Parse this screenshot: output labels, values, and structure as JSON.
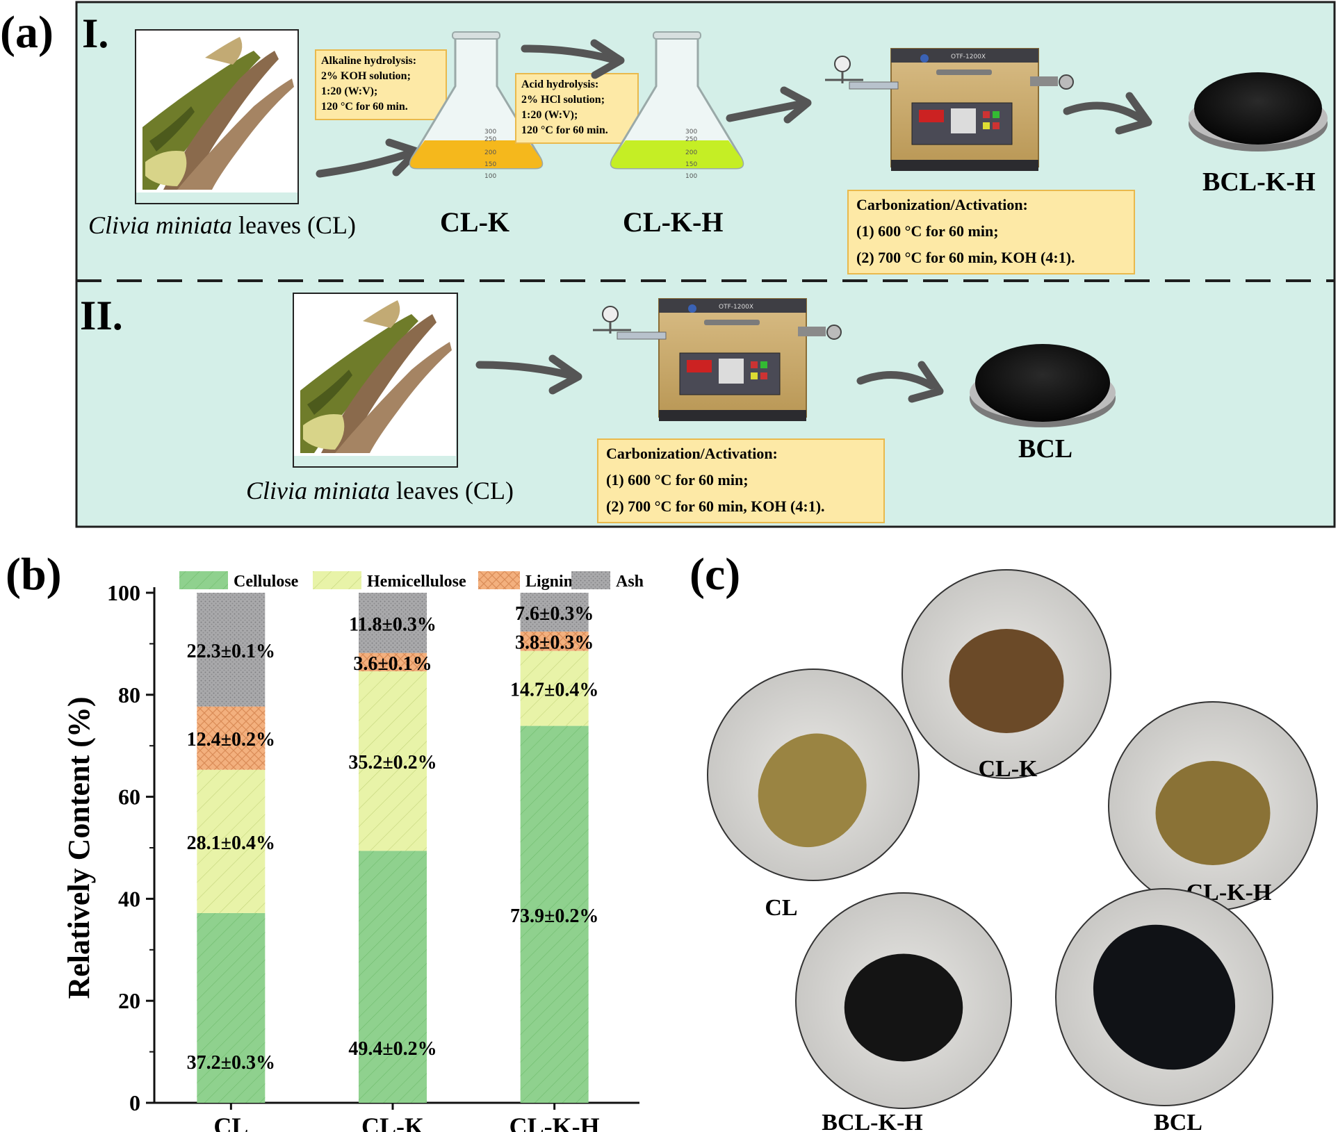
{
  "panel_a": {
    "label": "(a)",
    "bg_color": "#d4efe8",
    "note_bg": "#fde9a6",
    "note_border": "#e9b94c",
    "row1": {
      "label": "I.",
      "caption_italic": "Clivia miniata",
      "caption_rest": " leaves (CL)",
      "alkaline_note": [
        "Alkaline hydrolysis:",
        "2% KOH solution;",
        "1:20 (W:V);",
        "120 °C for 60 min."
      ],
      "acid_note": [
        "Acid hydrolysis:",
        "2% HCl solution;",
        "1:20 (W:V);",
        "120 °C for 60 min."
      ],
      "flask1_label": "CL-K",
      "flask2_label": "CL-K-H",
      "flask_ticks": [
        "300",
        "250",
        "200",
        "150",
        "100"
      ],
      "furnace_text": "OTF-1200X",
      "carbonization_note": [
        "Carbonization/Activation:",
        "(1) 600 °C for 60 min;",
        "(2) 700 °C for 60 min, KOH (4:1)."
      ],
      "product_label": "BCL-K-H"
    },
    "row2": {
      "label": "II.",
      "caption_italic": "Clivia miniata",
      "caption_rest": " leaves (CL)",
      "furnace_text": "OTF-1200X",
      "carbonization_note": [
        "Carbonization/Activation:",
        "(1) 600 °C for 60 min;",
        "(2) 700 °C for 60 min, KOH (4:1)."
      ],
      "product_label": "BCL"
    }
  },
  "panel_b": {
    "label": "(b)"
  },
  "panel_c": {
    "label": "(c)",
    "samples": [
      {
        "label": "CL-K",
        "color": "#6b4a28"
      },
      {
        "label": "CL",
        "color": "#9a8442"
      },
      {
        "label": "CL-K-H",
        "color": "#8a7236"
      },
      {
        "label": "BCL-K-H",
        "color": "#141414"
      },
      {
        "label": "BCL",
        "color": "#101216"
      }
    ]
  },
  "chart_data": {
    "type": "bar",
    "stacked": true,
    "categories": [
      "CL",
      "CL-K",
      "CL-K-H"
    ],
    "ylabel": "Relatively Content (%)",
    "ylim": [
      0,
      100
    ],
    "yticks": [
      "0",
      "20",
      "40",
      "60",
      "80",
      "100"
    ],
    "legend_position": "top",
    "series": [
      {
        "name": "Cellulose",
        "color": "#8fd18e",
        "values": [
          37.2,
          49.4,
          73.9
        ],
        "labels": [
          "37.2±0.3%",
          "49.4±0.2%",
          "73.9±0.2%"
        ]
      },
      {
        "name": "Hemicellulose",
        "color": "#e8f3a8",
        "values": [
          28.1,
          35.2,
          14.7
        ],
        "labels": [
          "28.1±0.4%",
          "35.2±0.2%",
          "14.7±0.4%"
        ]
      },
      {
        "name": "Lignin",
        "color": "#f3b07e",
        "values": [
          12.4,
          3.6,
          3.8
        ],
        "labels": [
          "12.4±0.2%",
          "3.6±0.1%",
          "3.8±0.3%"
        ]
      },
      {
        "name": "Ash",
        "color": "#a9a9ab",
        "values": [
          22.3,
          11.8,
          7.6
        ],
        "labels": [
          "22.3±0.1%",
          "11.8±0.3%",
          "7.6±0.3%"
        ]
      }
    ]
  }
}
